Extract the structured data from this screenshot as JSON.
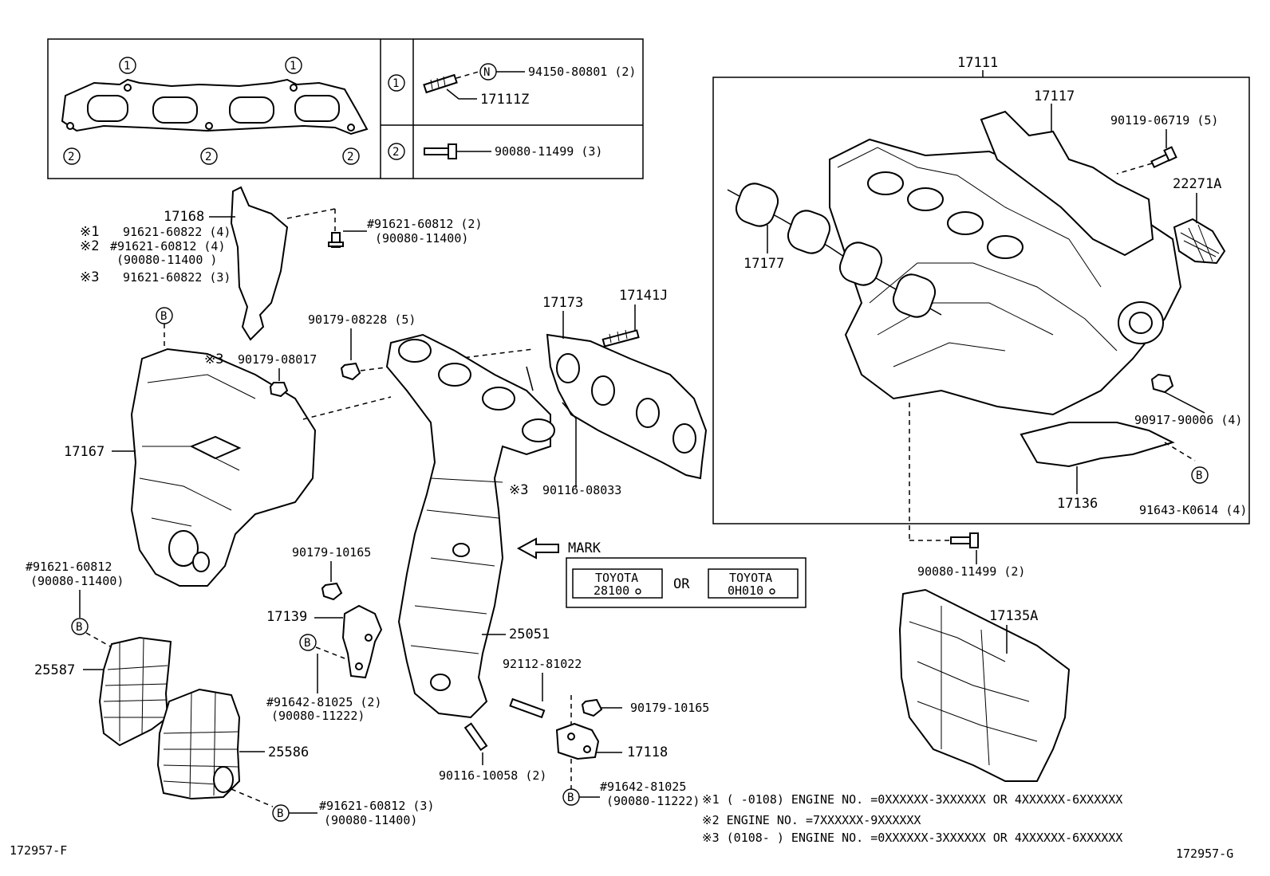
{
  "legend_box": {
    "ref1": "1",
    "ref2": "2",
    "row1_nut": "N",
    "row1_part": "94150-80801 (2)",
    "row1_stud": "17111Z",
    "row2_bolt": "90080-11499 (3)"
  },
  "parts": {
    "p17111": "17111",
    "p17117": "17117",
    "p90119": "90119-06719 (5)",
    "p22271": "22271A",
    "p17177": "17177",
    "p90917": "90917-90006 (4)",
    "p17136": "17136",
    "p91643": "91643-K0614 (4)",
    "p90080_2": "90080-11499 (2)",
    "p17135": "17135A",
    "p17168": "17168",
    "p17168_bolt1": "#91621-60812 (2)",
    "p17168_bolt2": "(90080-11400)",
    "note1_mark": "※1",
    "note1_part": "91621-60822 (4)",
    "note2_mark": "※2",
    "note2_part": "#91621-60812 (4)",
    "note2_alt": "(90080-11400 )",
    "note3_mark": "※3",
    "note3_part": "91621-60822 (3)",
    "p90179_08228": "90179-08228 (5)",
    "p17173": "17173",
    "p17141": "17141J",
    "p90179_08017_mark": "※3",
    "p90179_08017": "90179-08017",
    "p17167": "17167",
    "p90116_08033_mark": "※3",
    "p90116_08033": "90116-08033",
    "mark": "MARK",
    "toyota1_a": "TOYOTA",
    "toyota1_b": "28100",
    "or": "OR",
    "toyota2_a": "TOYOTA",
    "toyota2_b": "0H010",
    "p90179_10165": "90179-10165",
    "p17139": "17139",
    "p25051": "25051",
    "p92112": "92112-81022",
    "p91621_left": "#91621-60812",
    "p90080_left": "(90080-11400)",
    "p25587": "25587",
    "p91642_a": "#91642-81025 (2)",
    "p90080_11222a": "(90080-11222)",
    "p90179_10165b": "90179-10165",
    "p17118": "17118",
    "p25586": "25586",
    "p90116_10058": "90116-10058 (2)",
    "p91642_b": "#91642-81025",
    "p90080_11222b": "(90080-11222)",
    "p91621_3": "#91621-60812 (3)",
    "p90080_11400c": "(90080-11400)",
    "circle_b": "B"
  },
  "footnotes": {
    "f1": "※1 (      -0108) ENGINE  NO. =0XXXXXX-3XXXXXX  OR  4XXXXXX-6XXXXXX",
    "f2": "※2 ENGINE  NO. =7XXXXXX-9XXXXXX",
    "f3": "※3 (0108-      ) ENGINE  NO. =0XXXXXX-3XXXXXX  OR  4XXXXXX-6XXXXXX"
  },
  "codes": {
    "left": "172957-F",
    "right": "172957-G"
  }
}
